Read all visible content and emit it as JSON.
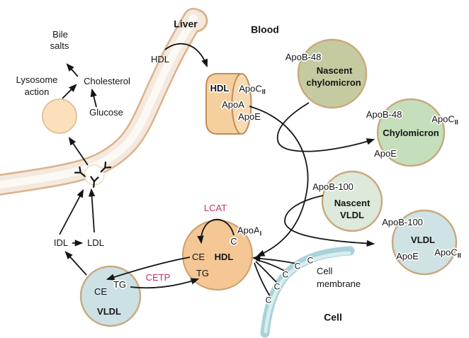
{
  "scene": {
    "liver": "Liver",
    "blood": "Blood",
    "cell": "Cell",
    "cell_membrane_line1": "Cell",
    "cell_membrane_line2": "membrane"
  },
  "liver_pathway": {
    "hdl_secreted": "HDL",
    "bile_salts_line1": "Bile",
    "bile_salts_line2": "salts",
    "lysosome_line1": "Lysosome",
    "lysosome_line2": "action",
    "cholesterol": "Cholesterol",
    "glucose": "Glucose",
    "idl": "IDL",
    "ldl": "LDL"
  },
  "hdl_cylinder": {
    "name": "HDL",
    "apoc_main": "ApoC",
    "apoc_sub": "II",
    "apoa": "ApoA",
    "apoe": "ApoE"
  },
  "nascent_chylomicron": {
    "apob": "ApoB-48",
    "name_line1": "Nascent",
    "name_line2": "chylomicron"
  },
  "chylomicron": {
    "apob": "ApoB-48",
    "apoc_main": "ApoC",
    "apoc_sub": "II",
    "name": "Chylomicron",
    "apoe": "ApoE"
  },
  "nascent_vldl": {
    "apob": "ApoB-100",
    "name_line1": "Nascent",
    "name_line2": "VLDL"
  },
  "vldl_blood": {
    "apob": "ApoB-100",
    "name": "VLDL",
    "apoe": "ApoE",
    "apoc_main": "ApoC",
    "apoc_sub": "II"
  },
  "hdl_particle": {
    "enzyme_lcat": "LCAT",
    "apoa_main": "ApoA",
    "apoa_sub": "I",
    "free_cholesterol": "C",
    "ce": "CE",
    "name": "HDL",
    "tg": "TG"
  },
  "vldl_exchange": {
    "tg": "TG",
    "ce": "CE",
    "name": "VLDL",
    "enzyme_cetp": "CETP"
  },
  "membrane_c_labels": [
    "C",
    "C",
    "C",
    "C",
    "C"
  ],
  "colors": {
    "hdl_fill": "#f4c795",
    "nascent_chylomicron_fill": "#c6caa0",
    "chylomicron_fill": "#c5debb",
    "nascent_vldl_fill": "#dce9db",
    "vldl_fill": "#cfe2e4",
    "particle_border": "#c9a87e",
    "liver_fill": "#f4e9df",
    "liver_border": "#dcb28a",
    "lysosome_fill": "#fbe0bb",
    "membrane_color": "#a9d2d8",
    "enzyme_text": "#cc2e63"
  }
}
